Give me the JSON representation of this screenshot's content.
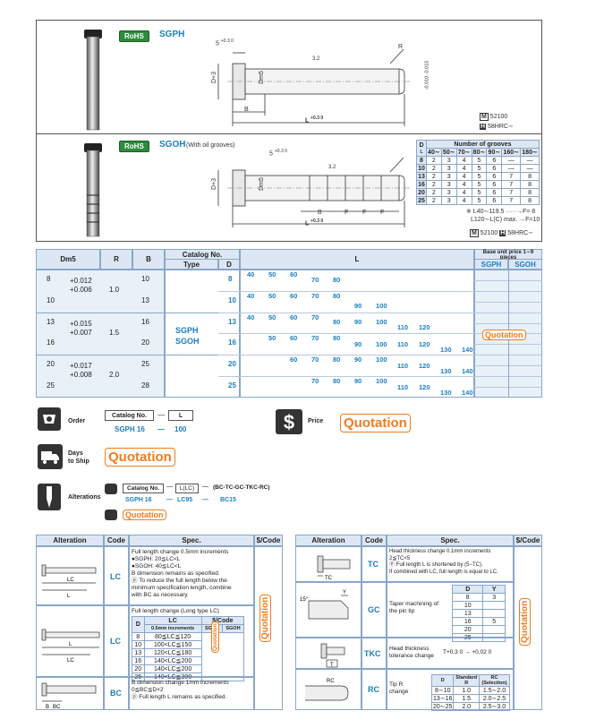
{
  "products": [
    {
      "badge": "RoHS",
      "code": "SGPH",
      "desc": "",
      "material": "52100",
      "hardness": "58HRC∼",
      "mat_icon": "M",
      "hard_icon": "H"
    },
    {
      "badge": "RoHS",
      "code": "SGOH",
      "desc": "(With oil grooves)",
      "material": "52100",
      "hardness": "58HRC∼",
      "mat_icon": "M",
      "hard_icon": "H"
    }
  ],
  "drawing_labels": {
    "head_h": "5",
    "head_tol": "+0.3 0",
    "d_label": "D+3",
    "dm_label": "Dm5",
    "b_label": "B",
    "l_label": "L",
    "l_tol": "+0.3 0",
    "r_label": "R",
    "f_label": "F",
    "dim_tol": "-0.010 -0.015",
    "d_mark": "D",
    "angle": "15°",
    "rough": "3.2"
  },
  "grooves_table": {
    "title": "Number of grooves",
    "header_d": "D",
    "header_l": "L",
    "cols": [
      "40∼",
      "50∼",
      "70∼",
      "80∼",
      "90∼",
      "160∼",
      "180∼"
    ],
    "rows": [
      {
        "d": "8",
        "v": [
          "2",
          "3",
          "4",
          "5",
          "6",
          "—",
          "—"
        ]
      },
      {
        "d": "10",
        "v": [
          "2",
          "3",
          "4",
          "5",
          "6",
          "—",
          "—"
        ]
      },
      {
        "d": "13",
        "v": [
          "2",
          "3",
          "4",
          "5",
          "6",
          "7",
          "8"
        ]
      },
      {
        "d": "16",
        "v": [
          "2",
          "3",
          "4",
          "5",
          "6",
          "7",
          "8"
        ]
      },
      {
        "d": "20",
        "v": [
          "2",
          "3",
          "4",
          "5",
          "6",
          "7",
          "8"
        ]
      },
      {
        "d": "25",
        "v": [
          "2",
          "3",
          "4",
          "5",
          "6",
          "7",
          "8"
        ]
      }
    ],
    "note1": "※ L40∼119.5 ·····→F= 8",
    "note2": "L120∼L(C) max. →F=10"
  },
  "main_table": {
    "h_dm": "Dm5",
    "h_r": "R",
    "h_b": "B",
    "h_catalog": "Catalog No.",
    "h_type": "Type",
    "h_d": "D",
    "h_l": "L",
    "h_price": "Base unit price 1∼9 pieces",
    "h_sgph": "SGPH",
    "h_sgoh": "SGOH",
    "type_label_1": "SGPH",
    "type_label_2": "SGOH",
    "dm_groups": [
      {
        "dm": [
          "8",
          "10"
        ],
        "tol": [
          "+0.012",
          "+0.006"
        ],
        "r": "1.0",
        "b": [
          "10",
          "13"
        ],
        "d": [
          "8",
          "10"
        ]
      },
      {
        "dm": [
          "13",
          "16"
        ],
        "tol": [
          "+0.015",
          "+0.007"
        ],
        "r": "1.5",
        "b": [
          "16",
          "20"
        ],
        "d": [
          "13",
          "16"
        ]
      },
      {
        "dm": [
          "20",
          "25"
        ],
        "tol": [
          "+0.017",
          "+0.008"
        ],
        "r": "2.0",
        "b": [
          "25",
          "28"
        ],
        "d": [
          "20",
          "25"
        ]
      }
    ],
    "l_rows": [
      [
        "40",
        "50",
        "60",
        "70",
        "80"
      ],
      [
        "40",
        "50",
        "60",
        "70",
        "80",
        "90",
        "100"
      ],
      [
        "40",
        "50",
        "60",
        "70",
        "80",
        "90",
        "100",
        "110",
        "120"
      ],
      [
        "50",
        "60",
        "70",
        "80",
        "90",
        "100",
        "110",
        "120",
        "130",
        "140"
      ],
      [
        "60",
        "70",
        "80",
        "90",
        "100",
        "110",
        "120",
        "130",
        "140"
      ],
      [
        "70",
        "80",
        "90",
        "100",
        "110",
        "120",
        "130",
        "140"
      ]
    ],
    "price": "Quotation"
  },
  "order": {
    "label": "Order",
    "catalog_label": "Catalog No.",
    "dash": "—",
    "l_label": "L",
    "example_code": "SGPH 16",
    "example_l": "100",
    "price_label": "Price",
    "price_value": "Quotation",
    "days_label_1": "Days",
    "days_label_2": "to Ship",
    "days_value": "Quotation"
  },
  "alterations_order": {
    "label": "Alterations",
    "catalog_label": "Catalog No.",
    "l_label": "L(LC)",
    "codes": "(BC-TC-GC-TKC-RC)",
    "example_code": "SGPH 16",
    "example_l": "LC95",
    "example_codes": "BC15",
    "quotation": "Quotation"
  },
  "alt_left": {
    "h_alt": "Alteration",
    "h_code": "Code",
    "h_spec": "Spec.",
    "h_price": "$/Code",
    "rows": [
      {
        "code": "LC",
        "spec": [
          "Full length change  0.5mm increments",
          "●SGPH: 20≦LC<L",
          "●SGOH: 40≦LC<L",
          "B dimension remains as specified.",
          "ⓟ To reduce the full length below the",
          "  minimum specification length, combine",
          "  with BC as necessary."
        ]
      },
      {
        "code": "LC",
        "spec": [
          "Full length change (Long type LC)"
        ],
        "table": {
          "h_d": "D",
          "h_lc": "LC",
          "h_inc": "0.5mm increments",
          "h_scode": "$/Code",
          "h_sgph": "SGPH",
          "h_sgoh": "SGOH",
          "rows": [
            [
              "8",
              "80≦LC≦120"
            ],
            [
              "10",
              "100<LC≦150"
            ],
            [
              "13",
              "120<LC≦180"
            ],
            [
              "16",
              "140<LC≦200"
            ],
            [
              "20",
              "140<LC≦200"
            ],
            [
              "25",
              "140<LC≦200"
            ]
          ],
          "quotation": "Quotation"
        }
      },
      {
        "code": "BC",
        "spec": [
          "B dimension change  1mm increments",
          "0≦BC≦D×2",
          "ⓟ Full length L remains as specified."
        ]
      }
    ],
    "quotation": "Quotation"
  },
  "alt_right": {
    "h_alt": "Alteration",
    "h_code": "Code",
    "h_spec": "Spec.",
    "h_price": "$/Code",
    "rows": [
      {
        "code": "TC",
        "spec": [
          "Head thickness change 0.1mm increments",
          "2≦TC<5",
          "ⓟ Full length L is shortened by (5−TC).",
          "  If combined with LC, full length is equal to LC."
        ]
      },
      {
        "code": "GC",
        "spec": [
          "Taper machining of",
          "the pin tip"
        ],
        "table": {
          "h_d": "D",
          "h_y": "Y",
          "rows": [
            [
              "8",
              "3"
            ],
            [
              "10",
              ""
            ],
            [
              "13",
              ""
            ],
            [
              "16",
              "5"
            ],
            [
              "20",
              ""
            ],
            [
              "25",
              ""
            ]
          ]
        }
      },
      {
        "code": "TKC",
        "spec": [
          "Head thickness",
          "tolerance change"
        ],
        "tol": "T+0.3 0 → +0.02 0"
      },
      {
        "code": "RC",
        "spec": [
          "Tip R",
          "change"
        ],
        "table": {
          "h_d": "D",
          "h_std": "Standard R",
          "h_rc": "RC (Selection)",
          "rows": [
            [
              "8∼10",
              "1.0",
              "1.5∼2.0"
            ],
            [
              "13∼16",
              "1.5",
              "2.0∼2.5"
            ],
            [
              "20∼25",
              "2.0",
              "2.5∼3.0"
            ]
          ]
        }
      }
    ],
    "quotation": "Quotation"
  }
}
